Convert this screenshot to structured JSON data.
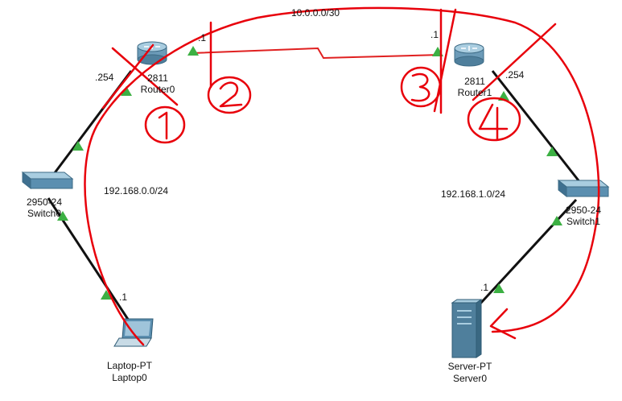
{
  "links": {
    "wan_network": "10.0.0.0/30",
    "lan0_network": "192.168.0.0/24",
    "lan1_network": "192.168.1.0/24"
  },
  "interfaces": {
    "router0_wan": ".1",
    "router0_lan": ".254",
    "router1_wan": ".1",
    "router1_lan": ".254",
    "laptop0": ".1",
    "server0": ".1"
  },
  "devices": {
    "router0": {
      "model": "2811",
      "name": "Router0"
    },
    "router1": {
      "model": "2811",
      "name": "Router1"
    },
    "switch0": {
      "model": "2950-24",
      "name": "Switch0"
    },
    "switch1": {
      "model": "2950-24",
      "name": "Switch1"
    },
    "laptop0": {
      "model": "Laptop-PT",
      "name": "Laptop0"
    },
    "server0": {
      "model": "Server-PT",
      "name": "Server0"
    }
  },
  "colors": {
    "link": "#111111",
    "wan_link": "#e02020",
    "port_up": "#3cb043",
    "annotation": "#e8000b",
    "device_blue": "#5b8fb0"
  }
}
